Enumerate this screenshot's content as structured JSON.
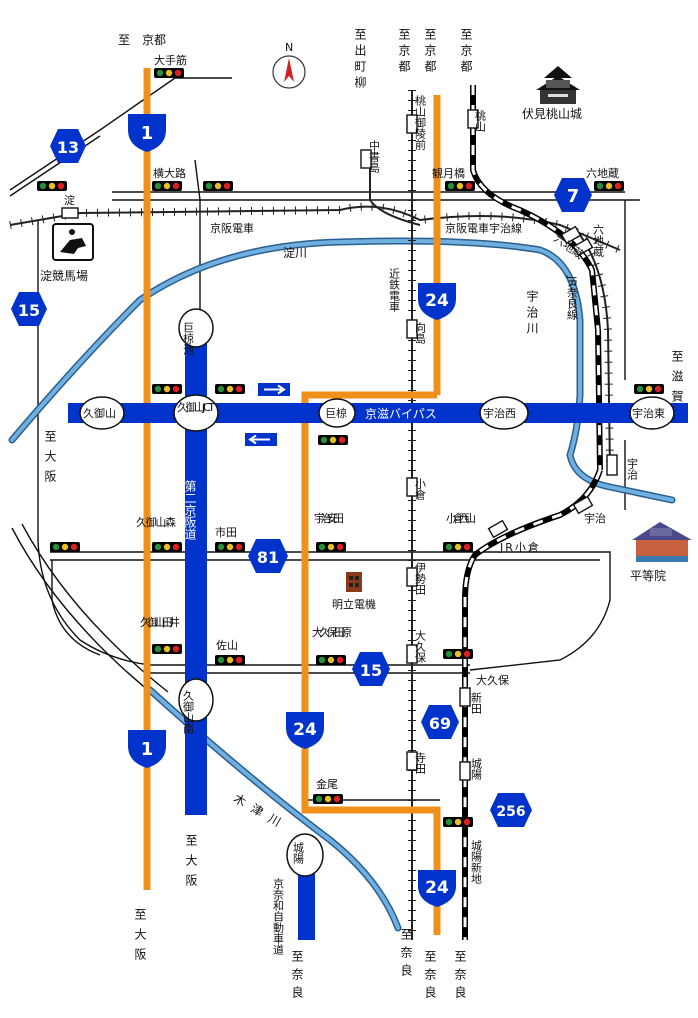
{
  "directions": {
    "kyoto_top": "至　京都",
    "demachi": "至出町柳",
    "kyoto_keihan": "至京都",
    "kyoto_24": "至京都",
    "kyoto_jr": "至京都",
    "shiga": "至滋賀",
    "osaka_west": "至大阪",
    "osaka_route1": "至大阪",
    "osaka_daini": "至大阪",
    "nara_kinki": "至奈良",
    "nara_24": "至奈良",
    "nara_jr": "至奈良",
    "nara_keinawa": "至奈良"
  },
  "north": "N",
  "landmarks": {
    "castle": "伏見桃山城",
    "racecourse": "淀競馬場",
    "byodoin": "平等院",
    "meidens": "明立電機"
  },
  "rivers": {
    "yodo": "淀川",
    "uji": "宇治川",
    "kizu": "木津川"
  },
  "rail": {
    "keihan_w": "京阪電車",
    "keihan_uji": "京阪電車宇治線",
    "kintetsu": "近鉄電車",
    "jr_nara": "JR奈良線",
    "jr_okura": "JR小倉"
  },
  "roads": {
    "bypass": "京滋バイパス",
    "daini_keihan": "第二京阪道",
    "keinawa": "京奈和自動車道"
  },
  "interchanges": {
    "kumiyama": "久御山",
    "kumiyama_jct": "久御山JCT",
    "ogura_ic": "巨椋",
    "uji_nishi": "宇治西",
    "uji_higashi": "宇治東",
    "ogura_ike": "巨椋池",
    "kumiyama_minami": "久御山南",
    "joyo": "城陽"
  },
  "shields": {
    "r1_top": "1",
    "r1_bottom": "1",
    "r13": "13",
    "r15_left": "15",
    "r15_mid": "15",
    "r7": "7",
    "r24_top": "24",
    "r24_mid": "24",
    "r24_bottom": "24",
    "r81": "81",
    "r69": "69",
    "r256": "256"
  },
  "intersections": {
    "otesuji": "大手筋",
    "yokooji": "横大路",
    "kangetsukyo": "観月橋",
    "rokujizo_int": "六地蔵",
    "ichida": "市田",
    "kumiyama_mori": "久御山森",
    "uji_yasuda": "宇治安田",
    "ogura_nishiyama": "小倉西山",
    "kumiyama_tai": "久御山田井",
    "sayama": "佐山",
    "okubo_tahara": "大久保田原",
    "okubo_int": "大久保",
    "kanao": "金尾",
    "joyo_shinchi": "城陽新地"
  },
  "stations": {
    "yodo": "淀",
    "momoyama_goryomae": "桃山御陵前",
    "chushojima": "中書島",
    "mukaijima": "向島",
    "momoyama": "桃山",
    "rokujizo_jr": "六地蔵",
    "rokujizo_keihan": "六地蔵",
    "uji_jr": "宇治",
    "uji_keihan": "宇治",
    "ogura": "小倉",
    "iseda": "伊勢田",
    "okubo": "大久保",
    "shinden": "新田",
    "terada": "寺田",
    "joyo": "城陽"
  }
}
